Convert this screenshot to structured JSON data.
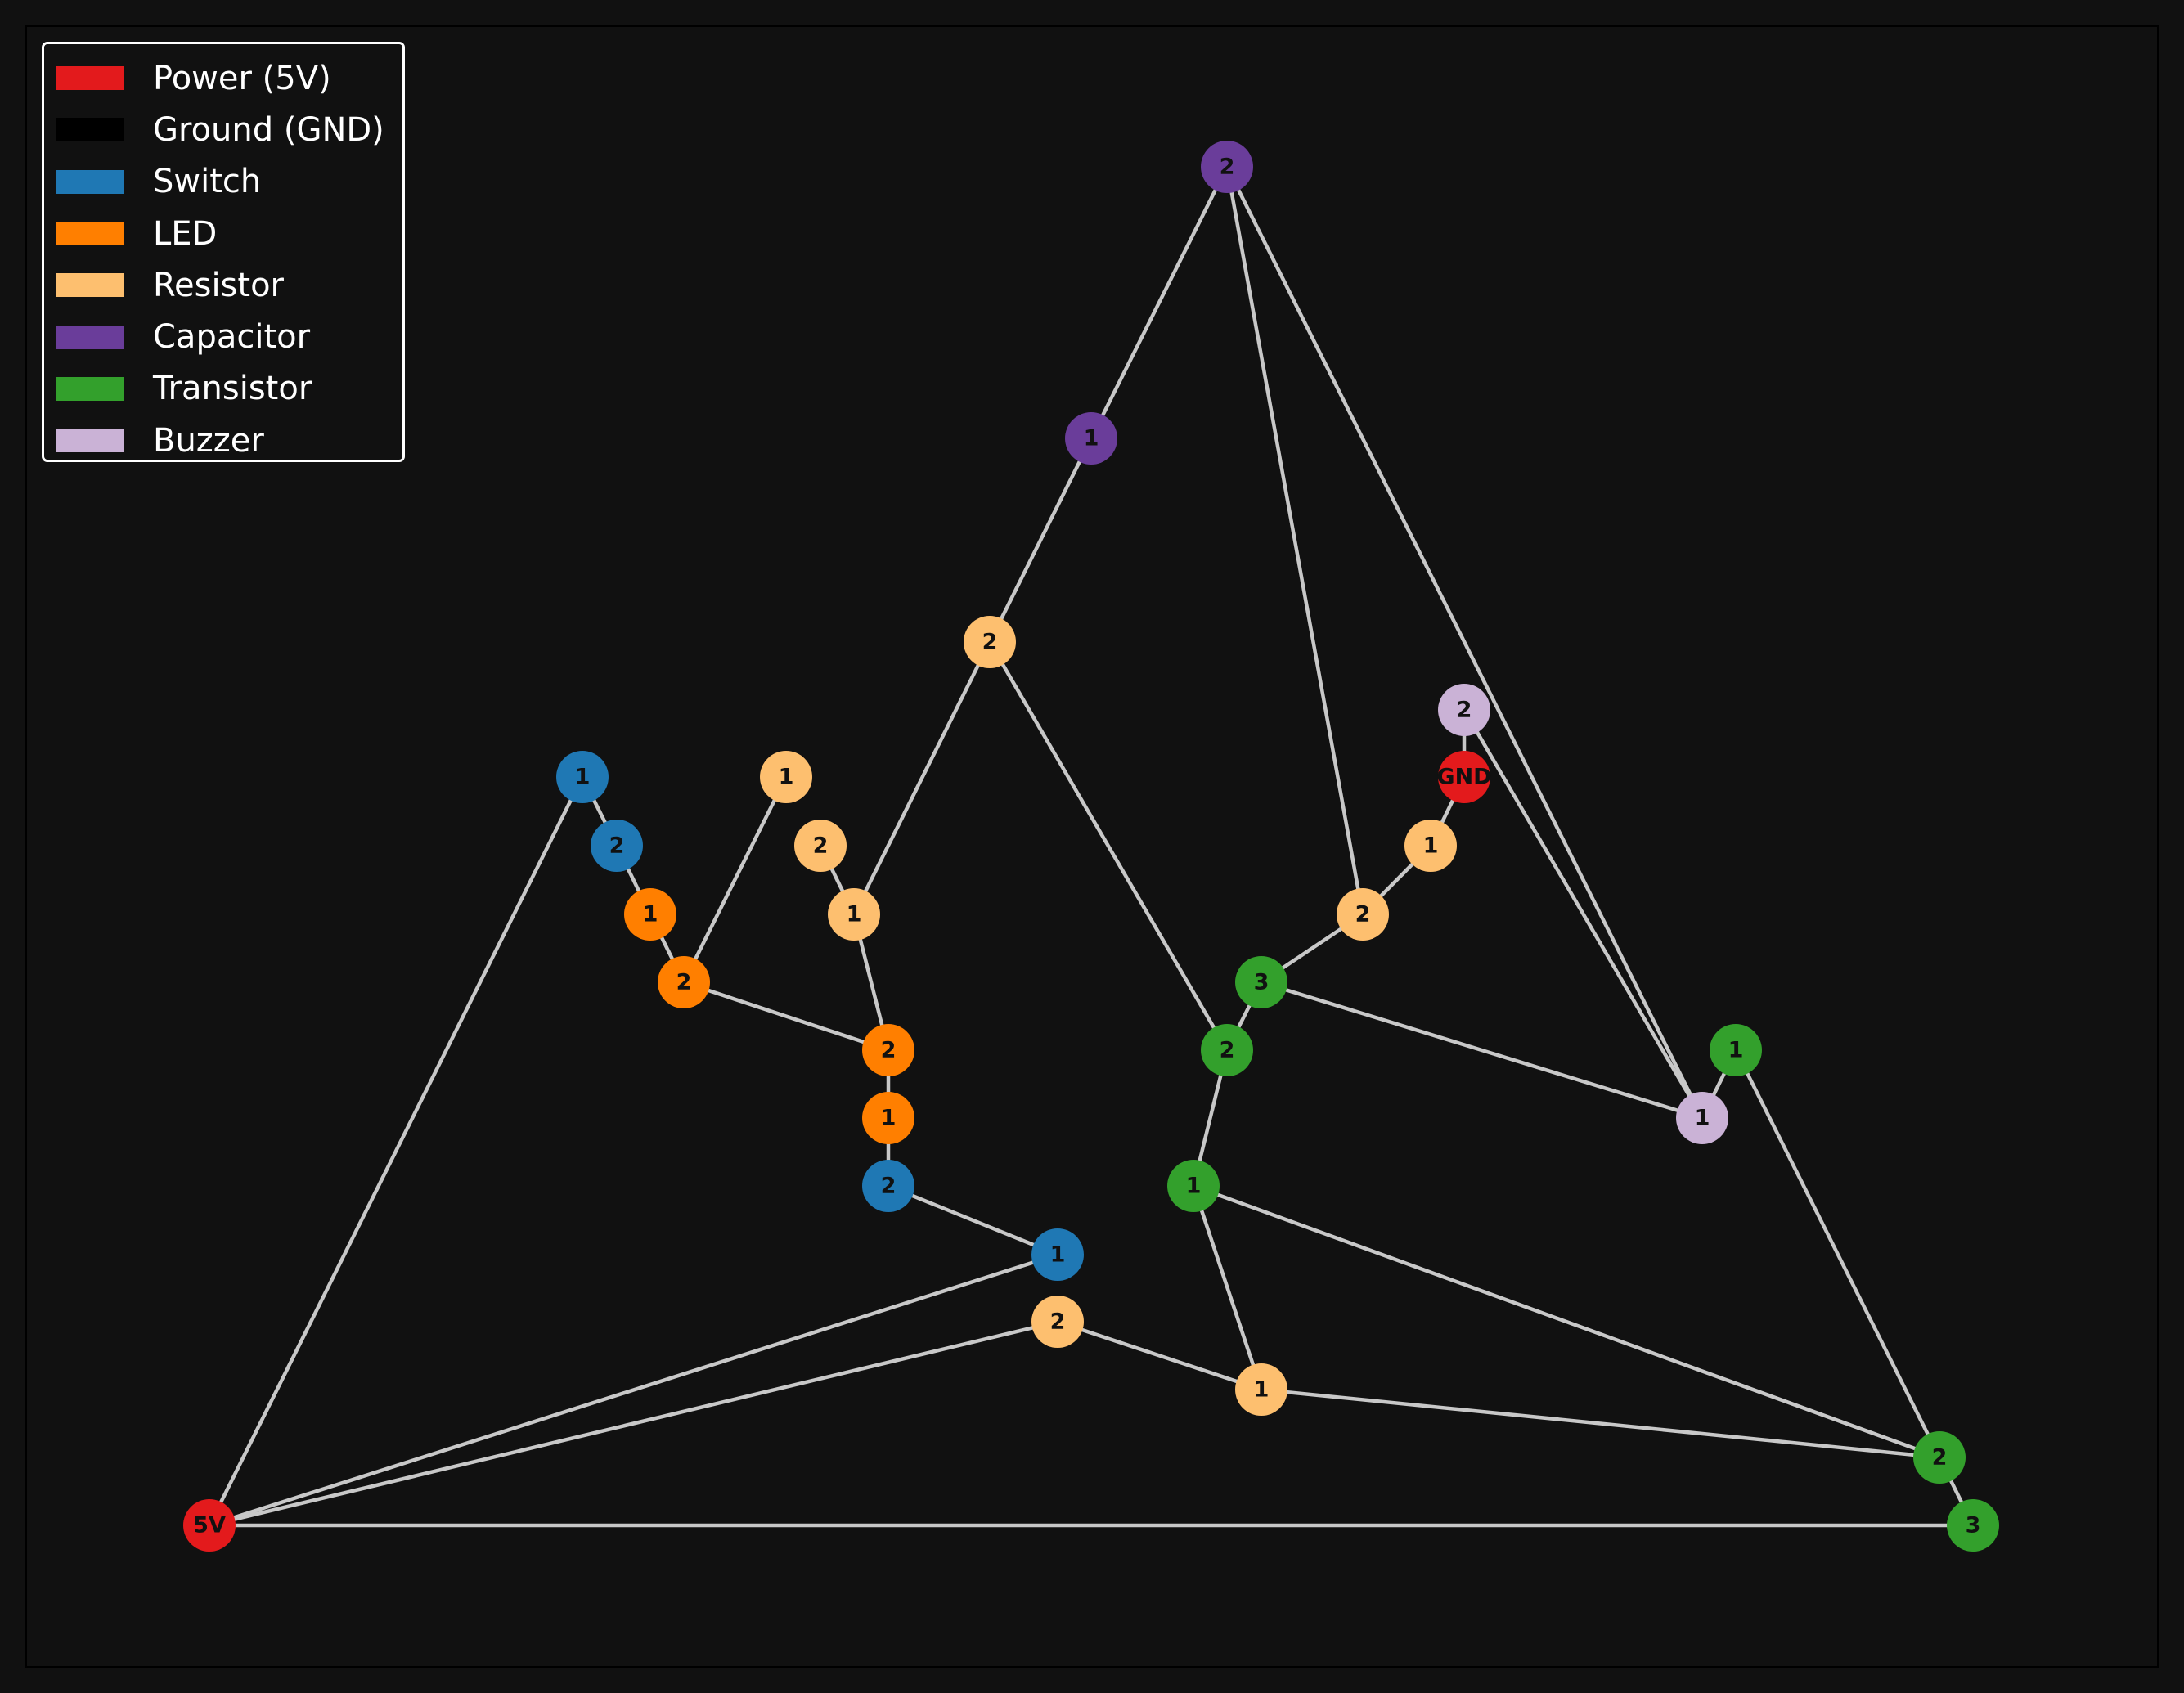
{
  "legend": {
    "items": [
      {
        "label": "Power (5V)",
        "color": "#e31a1c"
      },
      {
        "label": "Ground (GND)",
        "color": "#000000"
      },
      {
        "label": "Switch",
        "color": "#1f78b4"
      },
      {
        "label": "LED",
        "color": "#ff7f00"
      },
      {
        "label": "Resistor",
        "color": "#fdbf6f"
      },
      {
        "label": "Capacitor",
        "color": "#6a3d9a"
      },
      {
        "label": "Transistor",
        "color": "#33a02c"
      },
      {
        "label": "Buzzer",
        "color": "#cab2d6"
      }
    ]
  },
  "colors": {
    "background": "#111111",
    "edge": "#c8c8c8",
    "label": "#111111"
  },
  "nodes": [
    {
      "id": "pwr",
      "label": "5V",
      "type": "power"
    },
    {
      "id": "gnd",
      "label": "GND",
      "type": "power"
    },
    {
      "id": "sw1a",
      "label": "1",
      "type": "switch"
    },
    {
      "id": "sw1b",
      "label": "2",
      "type": "switch"
    },
    {
      "id": "sw2b",
      "label": "2",
      "type": "switch"
    },
    {
      "id": "sw2a",
      "label": "1",
      "type": "switch"
    },
    {
      "id": "led1a",
      "label": "1",
      "type": "led"
    },
    {
      "id": "led1b",
      "label": "2",
      "type": "led"
    },
    {
      "id": "led2b",
      "label": "2",
      "type": "led"
    },
    {
      "id": "led2a",
      "label": "1",
      "type": "led"
    },
    {
      "id": "r1a",
      "label": "1",
      "type": "resistor"
    },
    {
      "id": "r2b",
      "label": "2",
      "type": "resistor"
    },
    {
      "id": "r2a",
      "label": "1",
      "type": "resistor"
    },
    {
      "id": "r3b",
      "label": "2",
      "type": "resistor"
    },
    {
      "id": "r4a",
      "label": "1",
      "type": "resistor"
    },
    {
      "id": "r4b",
      "label": "2",
      "type": "resistor"
    },
    {
      "id": "r5b",
      "label": "2",
      "type": "resistor"
    },
    {
      "id": "r5a",
      "label": "1",
      "type": "resistor"
    },
    {
      "id": "c2",
      "label": "2",
      "type": "capacitor"
    },
    {
      "id": "c1",
      "label": "1",
      "type": "capacitor"
    },
    {
      "id": "t1_3",
      "label": "3",
      "type": "transistor"
    },
    {
      "id": "t1_2",
      "label": "2",
      "type": "transistor"
    },
    {
      "id": "t1_1",
      "label": "1",
      "type": "transistor"
    },
    {
      "id": "t2_1",
      "label": "1",
      "type": "transistor"
    },
    {
      "id": "t2_2",
      "label": "2",
      "type": "transistor"
    },
    {
      "id": "t2_3",
      "label": "3",
      "type": "transistor"
    },
    {
      "id": "bz2",
      "label": "2",
      "type": "buzzer"
    },
    {
      "id": "bz1",
      "label": "1",
      "type": "buzzer"
    }
  ],
  "edges": [
    [
      "pwr",
      "sw1a"
    ],
    [
      "sw1a",
      "sw1b"
    ],
    [
      "sw1b",
      "led1a"
    ],
    [
      "led1a",
      "led1b"
    ],
    [
      "led1b",
      "r1a"
    ],
    [
      "led1b",
      "led2b"
    ],
    [
      "r2b",
      "r2a"
    ],
    [
      "r2a",
      "led2b"
    ],
    [
      "led2b",
      "led2a"
    ],
    [
      "led2a",
      "sw2b"
    ],
    [
      "sw2b",
      "sw2a"
    ],
    [
      "sw2a",
      "pwr"
    ],
    [
      "pwr",
      "r5b"
    ],
    [
      "r5b",
      "r5a"
    ],
    [
      "r5a",
      "t2_2"
    ],
    [
      "r5a",
      "t1_1"
    ],
    [
      "pwr",
      "t2_3"
    ],
    [
      "t2_3",
      "t2_2"
    ],
    [
      "t2_2",
      "t1_1"
    ],
    [
      "t2_2",
      "t2_1"
    ],
    [
      "t1_1",
      "t1_2"
    ],
    [
      "t1_2",
      "r3b"
    ],
    [
      "t1_2",
      "t1_3"
    ],
    [
      "r3b",
      "r2a"
    ],
    [
      "r3b",
      "c1"
    ],
    [
      "c1",
      "c2"
    ],
    [
      "c2",
      "r4b"
    ],
    [
      "c2",
      "bz1"
    ],
    [
      "r4b",
      "t1_3"
    ],
    [
      "r4b",
      "r4a"
    ],
    [
      "r4a",
      "gnd"
    ],
    [
      "gnd",
      "bz2"
    ],
    [
      "bz2",
      "bz1"
    ],
    [
      "t1_3",
      "bz1"
    ],
    [
      "bz1",
      "t2_1"
    ]
  ]
}
